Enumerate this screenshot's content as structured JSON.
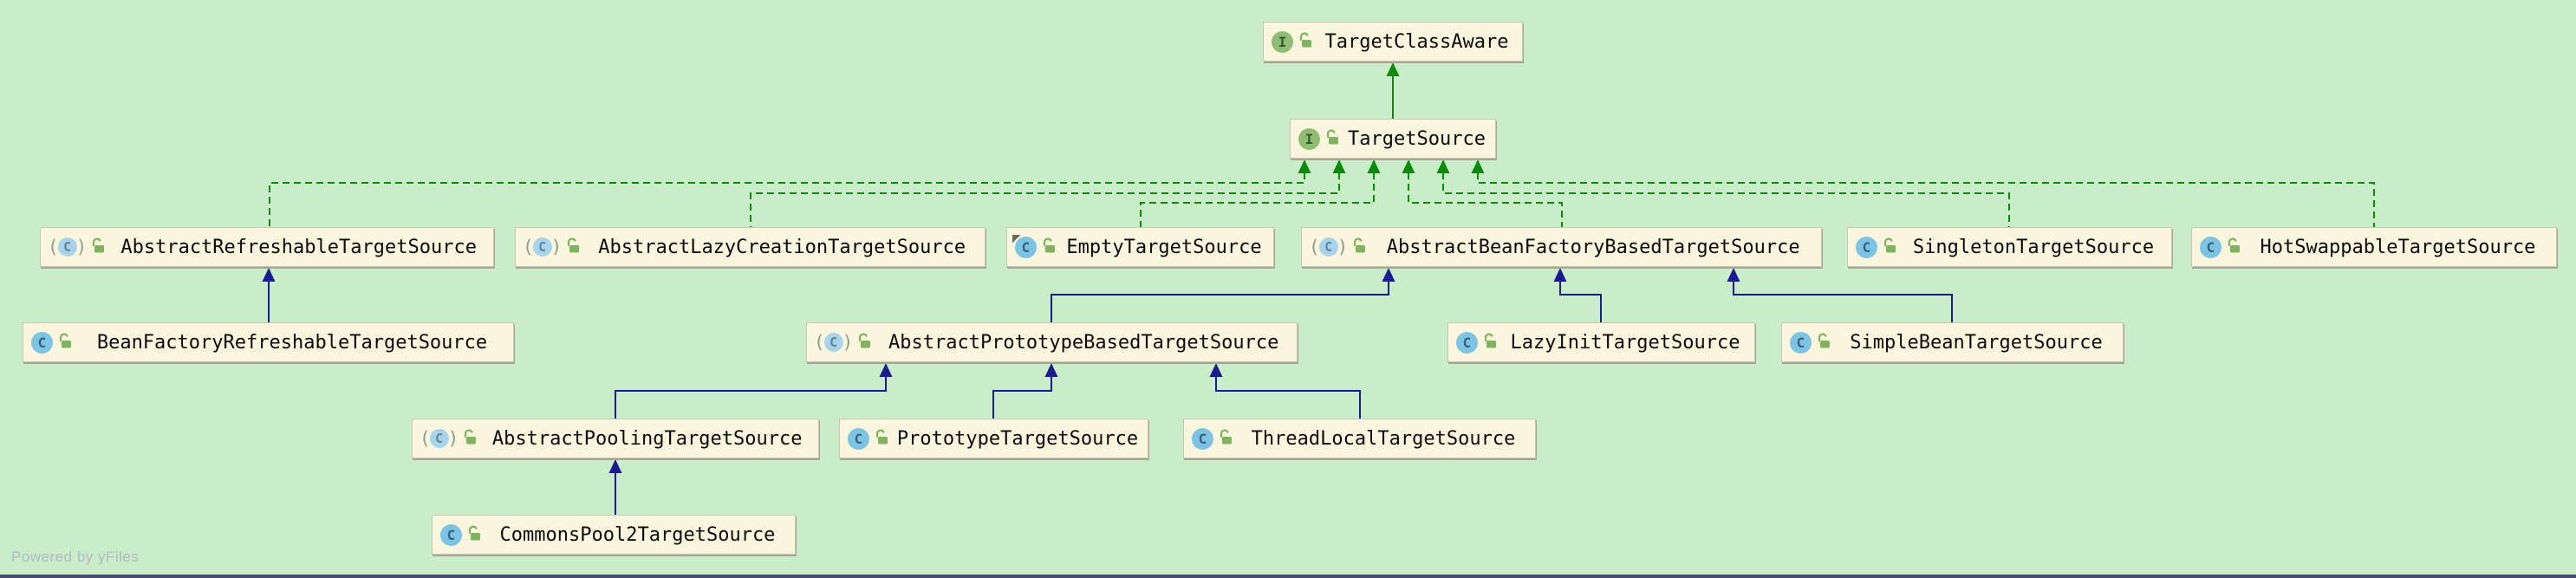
{
  "diagram": {
    "type": "uml_class_hierarchy",
    "watermark": "Powered by yFiles",
    "colors": {
      "background": "#c9ecc9",
      "node_fill": "#faf6dd",
      "interface_edge_green": "#0a8c0a",
      "class_edge_navy": "#1b1b8e"
    },
    "nodes": [
      {
        "id": "TargetClassAware",
        "label": "TargetClassAware",
        "stereotype": "interface",
        "visibility": "public-unlocked"
      },
      {
        "id": "TargetSource",
        "label": "TargetSource",
        "stereotype": "interface",
        "visibility": "public-unlocked"
      },
      {
        "id": "AbstractRefreshableTargetSource",
        "label": "AbstractRefreshableTargetSource",
        "stereotype": "abstract-class",
        "visibility": "public-unlocked"
      },
      {
        "id": "AbstractLazyCreationTargetSource",
        "label": "AbstractLazyCreationTargetSource",
        "stereotype": "abstract-class",
        "visibility": "public-unlocked"
      },
      {
        "id": "EmptyTargetSource",
        "label": "EmptyTargetSource",
        "stereotype": "final-class",
        "visibility": "public-unlocked"
      },
      {
        "id": "AbstractBeanFactoryBasedTargetSource",
        "label": "AbstractBeanFactoryBasedTargetSource",
        "stereotype": "abstract-class",
        "visibility": "public-unlocked"
      },
      {
        "id": "SingletonTargetSource",
        "label": "SingletonTargetSource",
        "stereotype": "class",
        "visibility": "public-unlocked"
      },
      {
        "id": "HotSwappableTargetSource",
        "label": "HotSwappableTargetSource",
        "stereotype": "class",
        "visibility": "public-unlocked"
      },
      {
        "id": "BeanFactoryRefreshableTargetSource",
        "label": "BeanFactoryRefreshableTargetSource",
        "stereotype": "class",
        "visibility": "public-unlocked"
      },
      {
        "id": "AbstractPrototypeBasedTargetSource",
        "label": "AbstractPrototypeBasedTargetSource",
        "stereotype": "abstract-class",
        "visibility": "public-unlocked"
      },
      {
        "id": "LazyInitTargetSource",
        "label": "LazyInitTargetSource",
        "stereotype": "class",
        "visibility": "public-unlocked"
      },
      {
        "id": "SimpleBeanTargetSource",
        "label": "SimpleBeanTargetSource",
        "stereotype": "class",
        "visibility": "public-unlocked"
      },
      {
        "id": "AbstractPoolingTargetSource",
        "label": "AbstractPoolingTargetSource",
        "stereotype": "abstract-class",
        "visibility": "public-unlocked"
      },
      {
        "id": "PrototypeTargetSource",
        "label": "PrototypeTargetSource",
        "stereotype": "class",
        "visibility": "public-unlocked"
      },
      {
        "id": "ThreadLocalTargetSource",
        "label": "ThreadLocalTargetSource",
        "stereotype": "class",
        "visibility": "public-unlocked"
      },
      {
        "id": "CommonsPool2TargetSource",
        "label": "CommonsPool2TargetSource",
        "stereotype": "class",
        "visibility": "public-unlocked"
      }
    ],
    "edges": [
      {
        "from": "TargetSource",
        "to": "TargetClassAware",
        "relation": "extends"
      },
      {
        "from": "AbstractRefreshableTargetSource",
        "to": "TargetSource",
        "relation": "implements"
      },
      {
        "from": "AbstractLazyCreationTargetSource",
        "to": "TargetSource",
        "relation": "implements"
      },
      {
        "from": "EmptyTargetSource",
        "to": "TargetSource",
        "relation": "implements"
      },
      {
        "from": "AbstractBeanFactoryBasedTargetSource",
        "to": "TargetSource",
        "relation": "implements"
      },
      {
        "from": "SingletonTargetSource",
        "to": "TargetSource",
        "relation": "implements"
      },
      {
        "from": "HotSwappableTargetSource",
        "to": "TargetSource",
        "relation": "implements"
      },
      {
        "from": "BeanFactoryRefreshableTargetSource",
        "to": "AbstractRefreshableTargetSource",
        "relation": "extends"
      },
      {
        "from": "AbstractPrototypeBasedTargetSource",
        "to": "AbstractBeanFactoryBasedTargetSource",
        "relation": "extends"
      },
      {
        "from": "LazyInitTargetSource",
        "to": "AbstractBeanFactoryBasedTargetSource",
        "relation": "extends"
      },
      {
        "from": "SimpleBeanTargetSource",
        "to": "AbstractBeanFactoryBasedTargetSource",
        "relation": "extends"
      },
      {
        "from": "AbstractPoolingTargetSource",
        "to": "AbstractPrototypeBasedTargetSource",
        "relation": "extends"
      },
      {
        "from": "PrototypeTargetSource",
        "to": "AbstractPrototypeBasedTargetSource",
        "relation": "extends"
      },
      {
        "from": "ThreadLocalTargetSource",
        "to": "AbstractPrototypeBasedTargetSource",
        "relation": "extends"
      },
      {
        "from": "CommonsPool2TargetSource",
        "to": "AbstractPoolingTargetSource",
        "relation": "extends"
      }
    ]
  }
}
